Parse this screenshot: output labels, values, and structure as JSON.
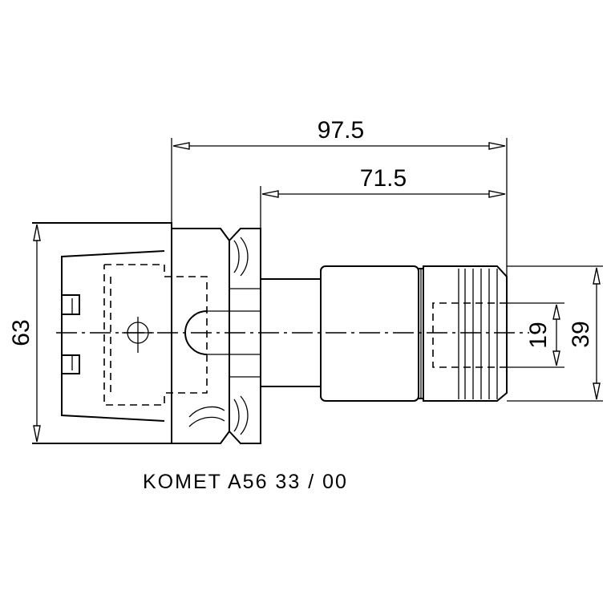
{
  "drawing": {
    "dimensions": {
      "overall_length": "97.5",
      "shank_length": "71.5",
      "flange_diameter": "63",
      "bore_diameter": "19",
      "body_diameter": "39"
    },
    "caption": "KOMET  A56  33 / 00"
  }
}
